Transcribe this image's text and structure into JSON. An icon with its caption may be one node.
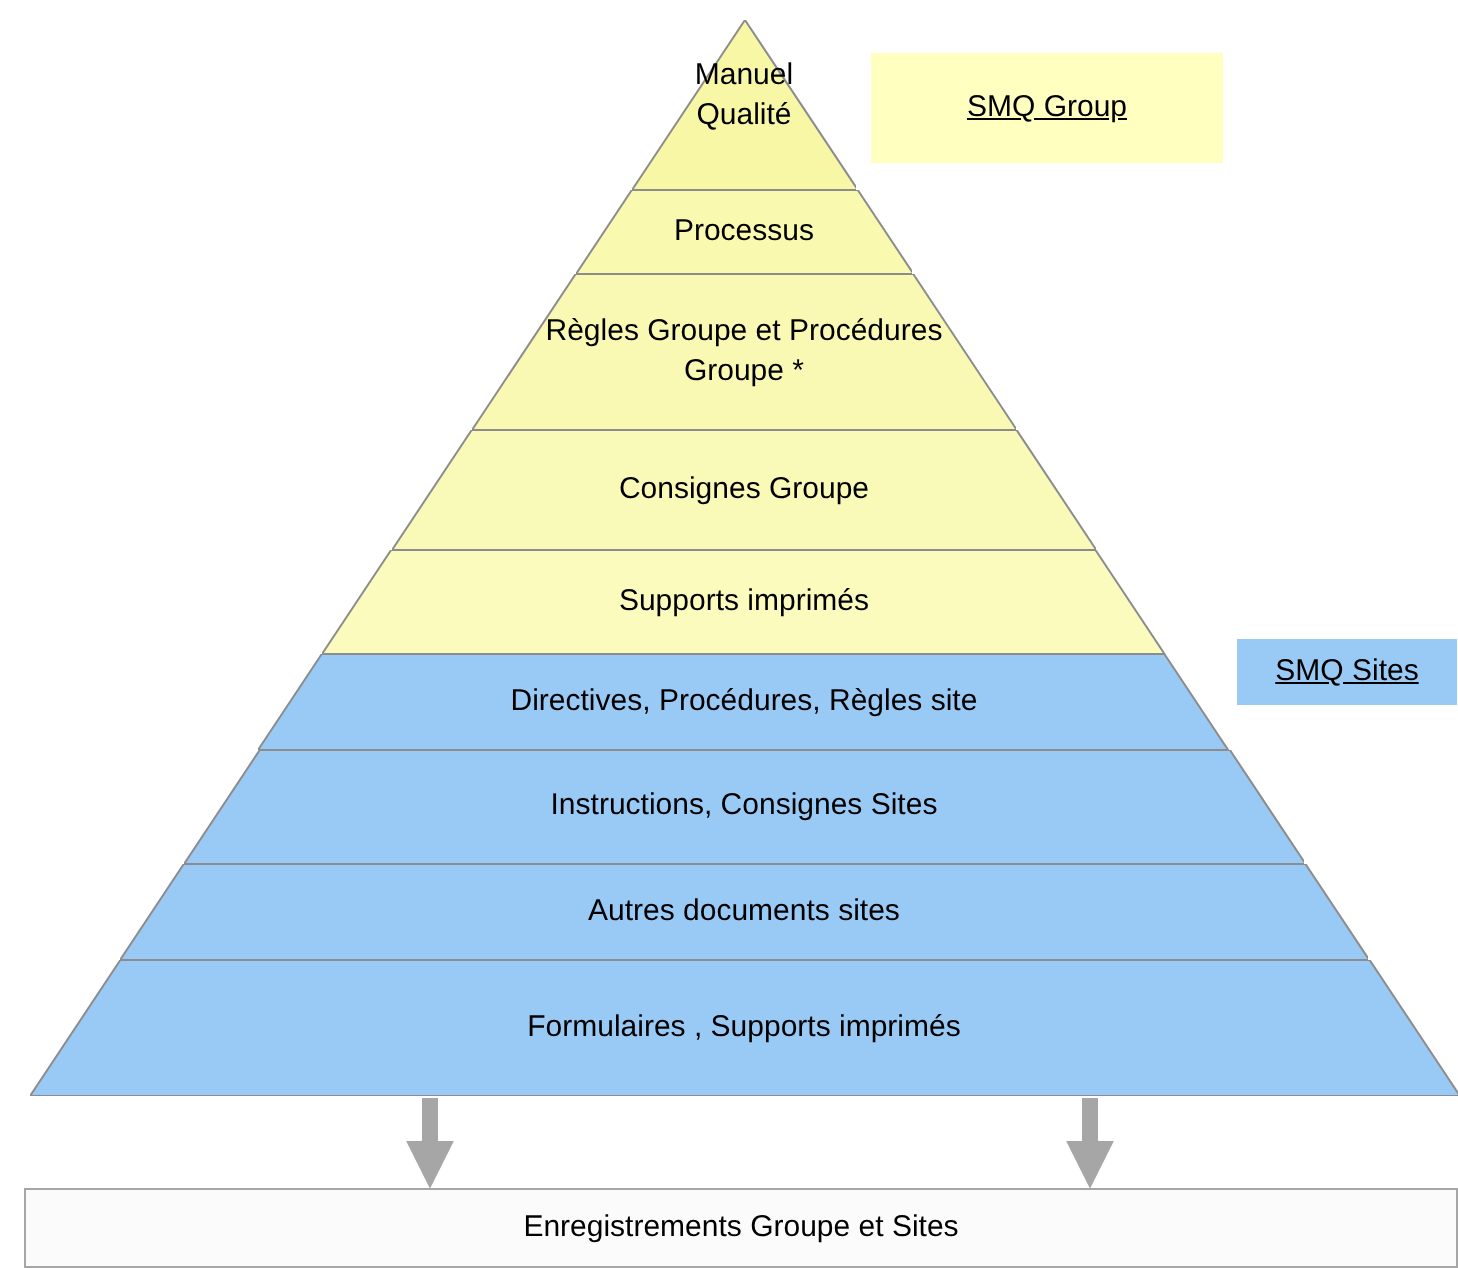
{
  "diagram": {
    "nodes": [
      {
        "text": [
          "Manuel Qualité"
        ]
      },
      {
        "text": [
          "Processus"
        ]
      },
      {
        "text": [
          "Règles Groupe et Procédures Groupe *"
        ]
      },
      {
        "text": [
          "Consignes Groupe"
        ]
      },
      {
        "text": [
          "Supports imprimés"
        ]
      },
      {
        "text": [
          "Directives, Procédures, Règles site"
        ]
      },
      {
        "text": [
          "Instructions, Consignes Sites"
        ]
      },
      {
        "text": [
          "Autres documents sites"
        ]
      },
      {
        "text": [
          "Formulaires , Supports imprimés"
        ]
      },
      {
        "text": [
          "Enregistrements Groupe et Sites"
        ]
      },
      {
        "text": [
          "SMQ Group"
        ]
      },
      {
        "text": [
          "SMQ Sites"
        ]
      }
    ],
    "edges": [
      {
        "from": 8,
        "to": 9,
        "arrow": "to"
      },
      {
        "from": 8,
        "to": 9,
        "arrow": "to"
      }
    ]
  }
}
